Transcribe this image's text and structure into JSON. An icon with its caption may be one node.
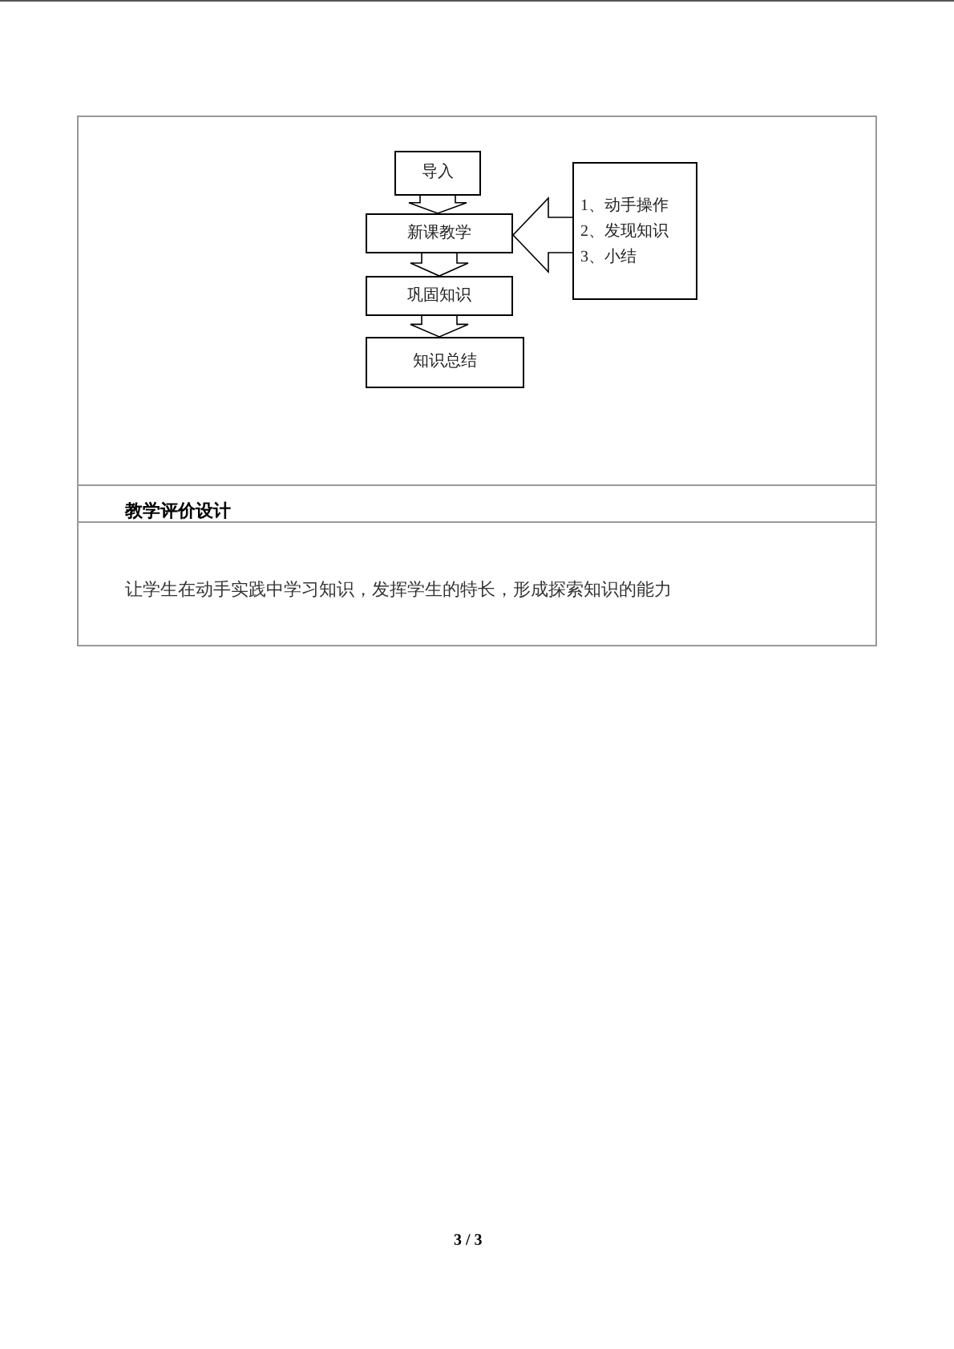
{
  "diagram": {
    "nodes": [
      {
        "text": [
          "导入"
        ]
      },
      {
        "text": [
          "新课教学"
        ]
      },
      {
        "text": [
          "巩固知识"
        ]
      },
      {
        "text": [
          "知识总结"
        ]
      },
      {
        "text": [
          "1、动手操作",
          "2、发现知识",
          "3、小结"
        ]
      }
    ],
    "edges": [
      {
        "from": 0,
        "to": 1,
        "arrow": "to"
      },
      {
        "from": 1,
        "to": 2,
        "arrow": "to"
      },
      {
        "from": 2,
        "to": 3,
        "arrow": "to"
      },
      {
        "from": 4,
        "to": 1,
        "arrow": "to"
      }
    ],
    "labels": [
      "教学评价设计",
      "让学生在动手实践中学习知识，发挥学生的特长，形成探索知识的能力",
      "3 / 3"
    ]
  }
}
